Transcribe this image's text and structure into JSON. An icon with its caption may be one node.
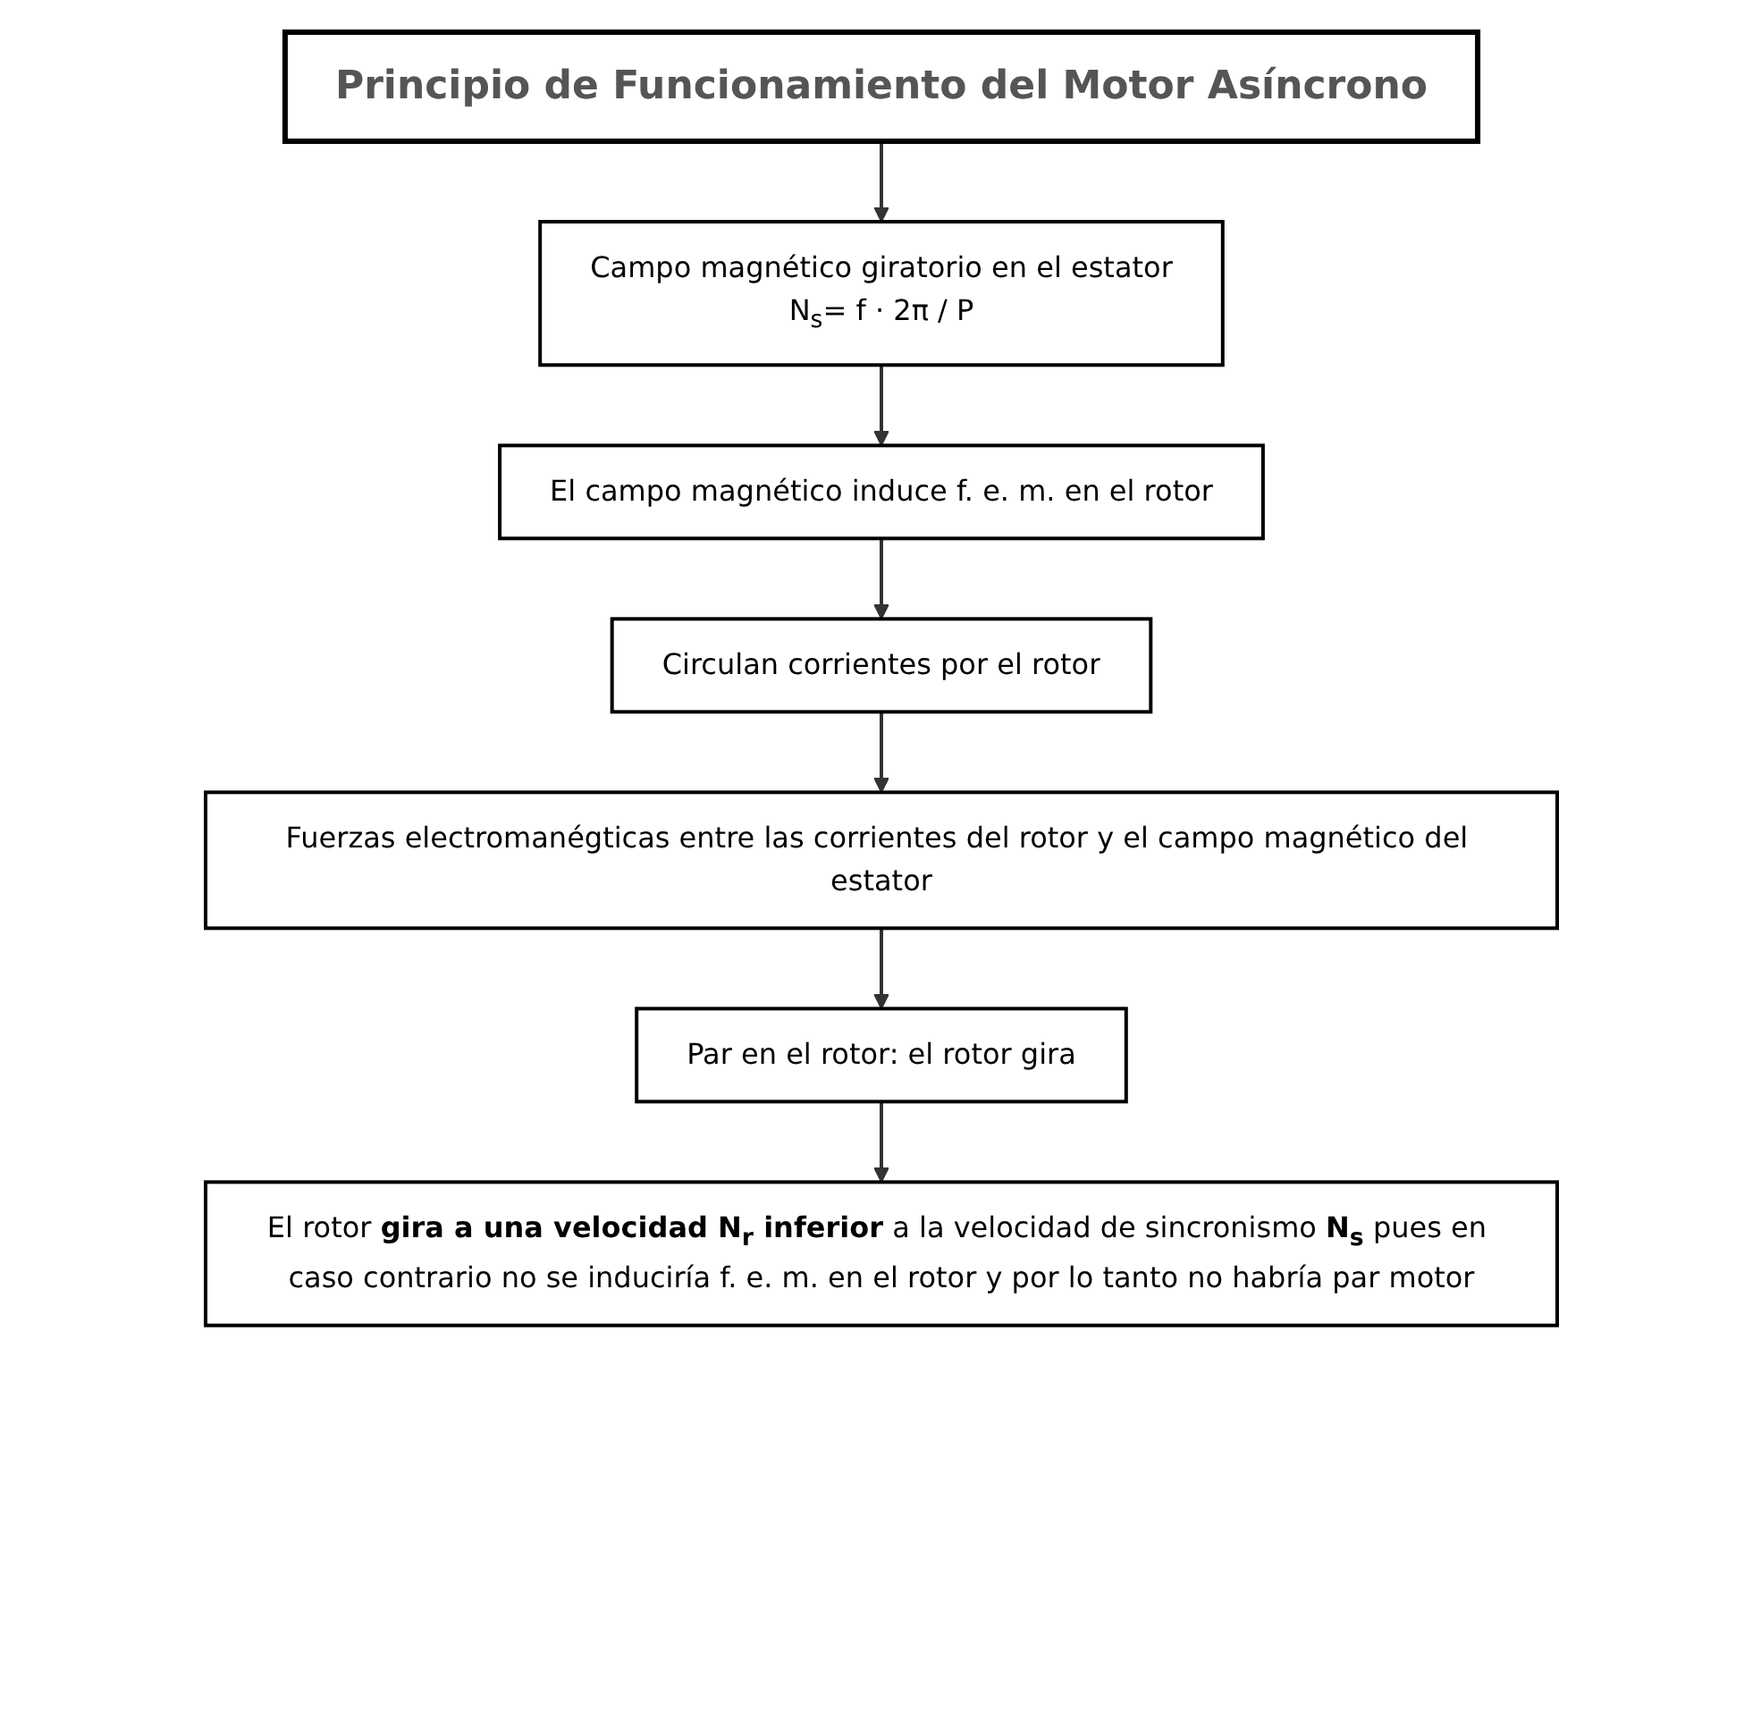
{
  "diagram": {
    "nodes": [
      {
        "text": [
          "Principio de Funcionamiento del Motor Asíncrono"
        ]
      },
      {
        "text": [
          "Campo magnético giratorio en el estator",
          "N$_{s}$= f · 2π / P"
        ]
      },
      {
        "text": [
          "El campo magnético induce f. e. m. en el rotor"
        ]
      },
      {
        "text": [
          "Circulan corrientes por el rotor"
        ]
      },
      {
        "text": [
          "Fuerzas electromanégticas entre las corrientes del rotor y el campo magnético del estator"
        ]
      },
      {
        "text": [
          "Par en el rotor: el rotor gira"
        ]
      },
      {
        "text": [
          "El rotor **gira a una velocidad N$_{r}$ inferior** a la velocidad de sincronismo **N$_{s}$** pues en caso contrario no se induciría f. e. m. en el rotor y por lo tanto no habría par motor"
        ]
      }
    ],
    "edges": [
      {
        "from": 0,
        "to": 1,
        "arrow": "to"
      },
      {
        "from": 1,
        "to": 2,
        "arrow": "to"
      },
      {
        "from": 2,
        "to": 3,
        "arrow": "to"
      },
      {
        "from": 3,
        "to": 4,
        "arrow": "to"
      },
      {
        "from": 4,
        "to": 5,
        "arrow": "to"
      },
      {
        "from": 5,
        "to": 6,
        "arrow": "to"
      }
    ]
  }
}
